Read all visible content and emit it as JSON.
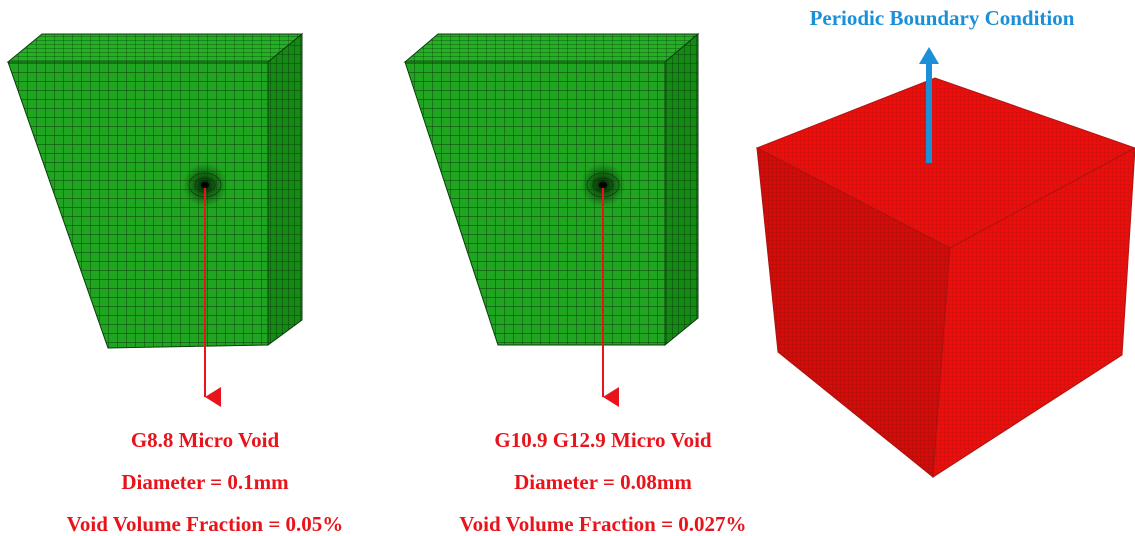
{
  "boundary_label": "Periodic Boundary Condition",
  "models": [
    {
      "title": "G8.8 Micro Void",
      "diameter": "Diameter = 0.1mm",
      "void_fraction": "Void Volume Fraction = 0.05%"
    },
    {
      "title": "G10.9 G12.9 Micro Void",
      "diameter": "Diameter = 0.08mm",
      "void_fraction": "Void Volume Fraction = 0.027%"
    }
  ],
  "colors": {
    "mesh_green": "#16a016",
    "mesh_red": "#f40a0a",
    "label_red": "#e8141c",
    "label_blue": "#1b8fd8"
  }
}
